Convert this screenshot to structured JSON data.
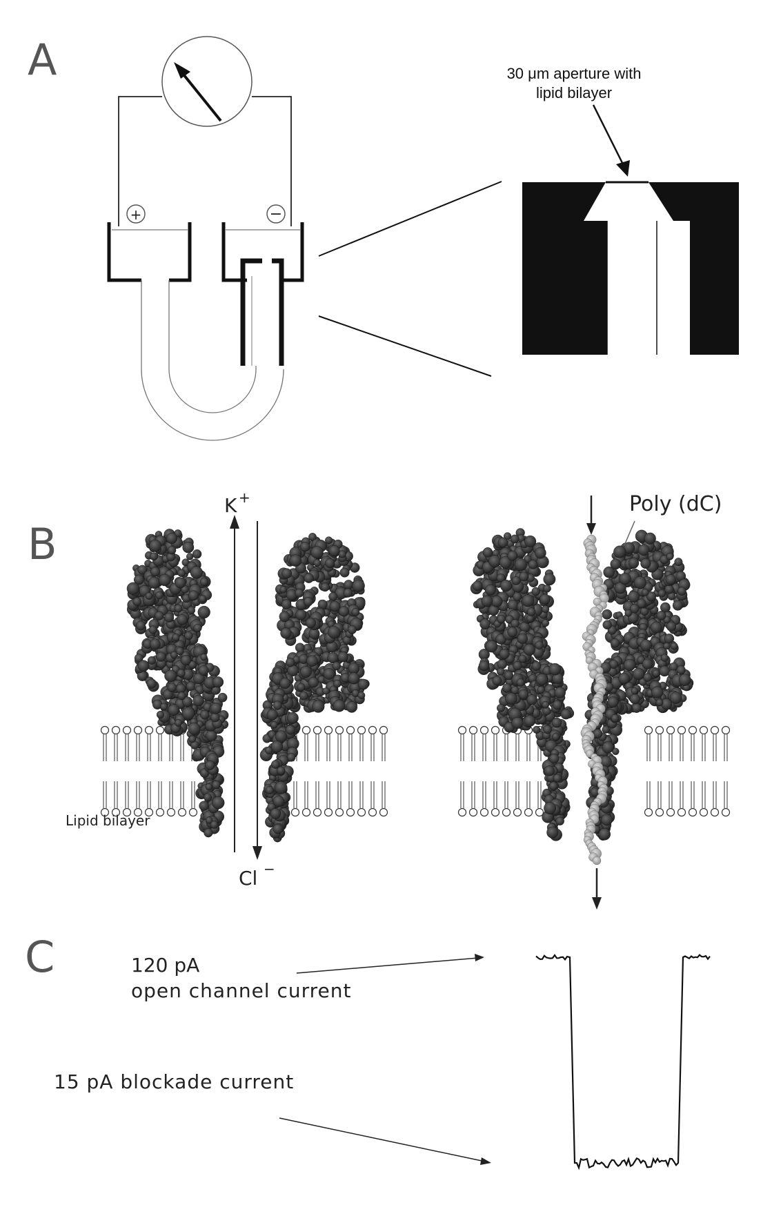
{
  "panels": {
    "a": {
      "letter": "A",
      "callout_line1": "30 μm aperture with",
      "callout_line2": "lipid bilayer",
      "plus": "+",
      "minus": "−"
    },
    "b": {
      "letter": "B",
      "k_ion": "K",
      "k_sup": "+",
      "cl_ion": "Cl",
      "cl_sup": "−",
      "lipid_label": "Lipid bilayer",
      "polymer_label": "Poly (dC)"
    },
    "c": {
      "letter": "C",
      "open_line1": "120 pA",
      "open_line2": "open channel current",
      "blockade": "15 pA blockade current"
    }
  },
  "trace": {
    "open_current_pA": 120,
    "blockade_current_pA": 15
  },
  "colors": {
    "ink": "#111111",
    "protein": "#2f2f2f",
    "polymer": "#a9a9a9",
    "letter": "#555555"
  }
}
